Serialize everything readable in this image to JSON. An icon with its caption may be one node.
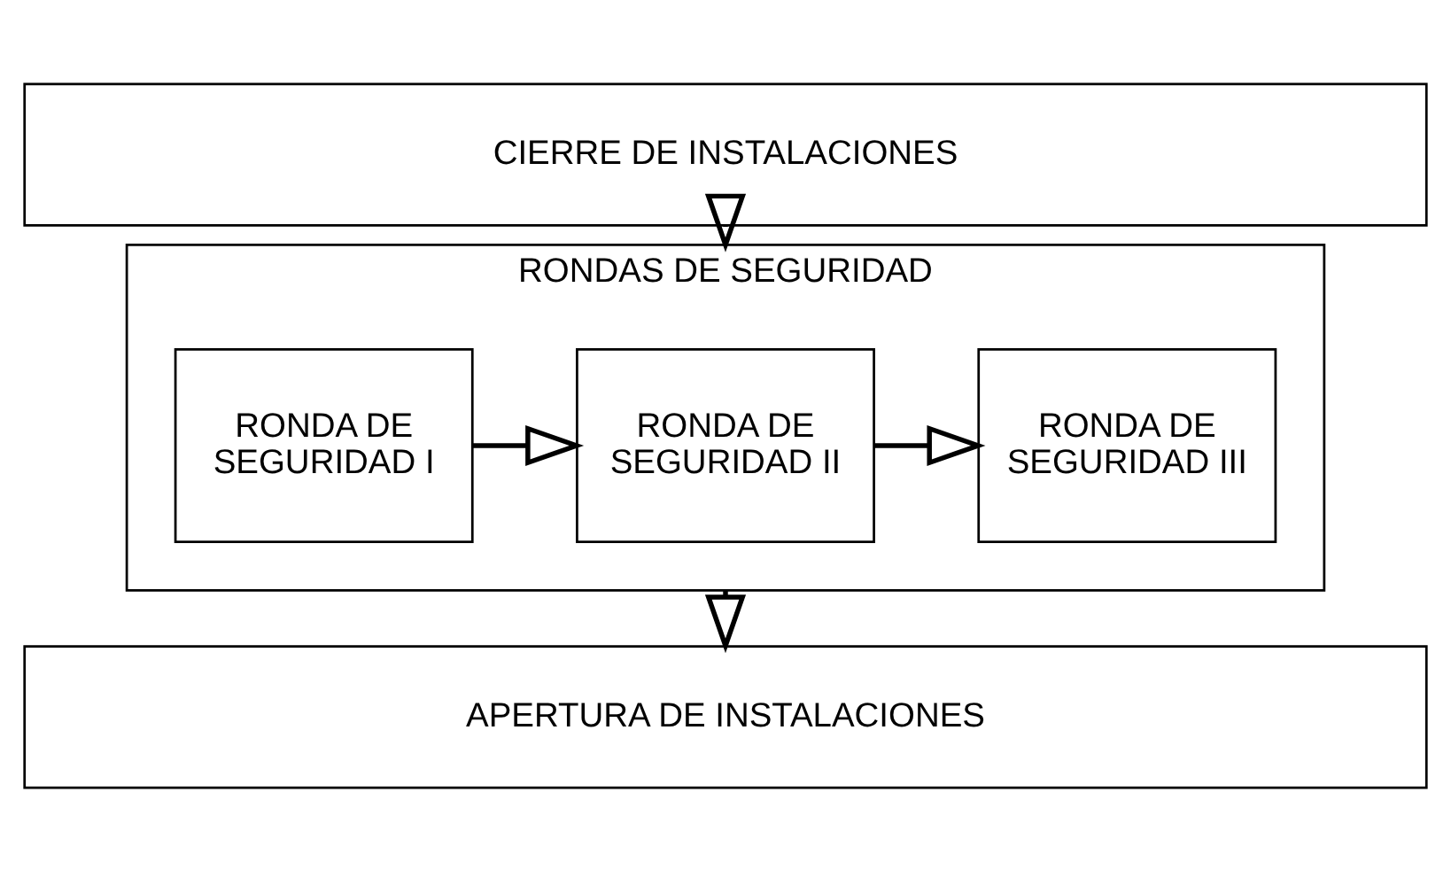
{
  "diagram": {
    "nodes": [
      {
        "text": [
          "CIERRE DE INSTALACIONES"
        ]
      },
      {
        "text": [
          "RONDAS DE SEGURIDAD"
        ]
      },
      {
        "text": [
          "RONDA DE SEGURIDAD I"
        ],
        "in": 1
      },
      {
        "text": [
          "RONDA DE SEGURIDAD II"
        ],
        "in": 1
      },
      {
        "text": [
          "RONDA DE SEGURIDAD III"
        ],
        "in": 1
      },
      {
        "text": [
          "APERTURA DE INSTALACIONES"
        ]
      }
    ],
    "edges": [
      {
        "from": 0,
        "to": 1,
        "arrow": "to"
      },
      {
        "from": 2,
        "to": 3,
        "arrow": "to"
      },
      {
        "from": 3,
        "to": 4,
        "arrow": "to"
      },
      {
        "from": 1,
        "to": 5,
        "arrow": "to"
      }
    ]
  }
}
